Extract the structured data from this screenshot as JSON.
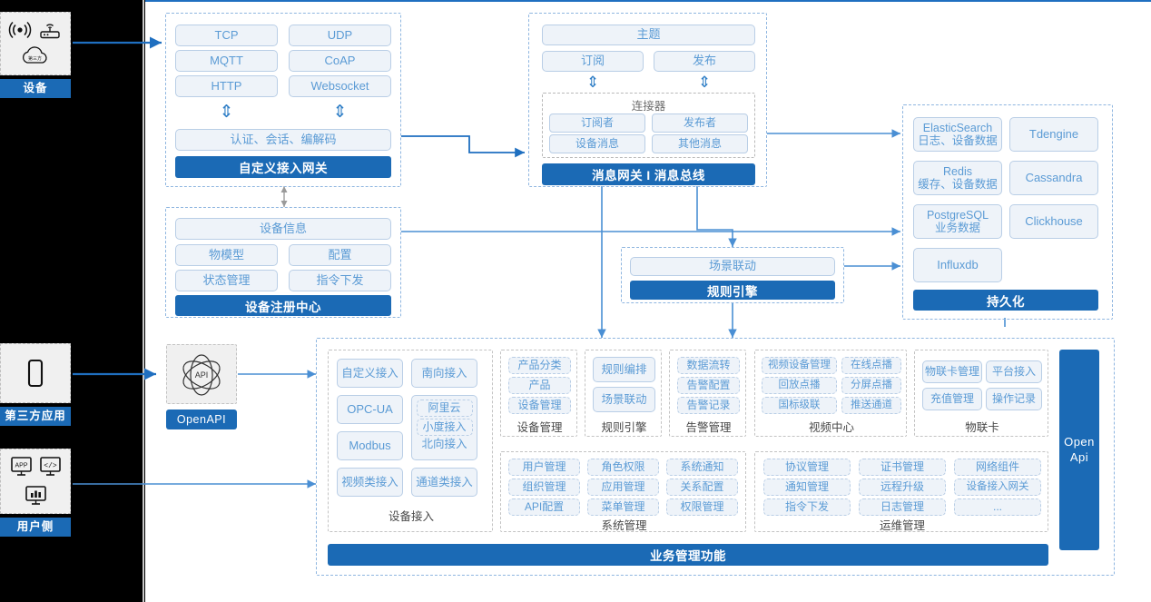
{
  "diagram": {
    "title": "IoT Platform Architecture",
    "colors": {
      "accent_blue": "#1b6ab5",
      "pill_text": "#5b9bd5",
      "pill_bg": "#eef3f9",
      "pill_border": "#b9cee6",
      "dash_border": "#8fb6e0",
      "gutter": "#000000"
    }
  },
  "actors": [
    {
      "key": "device",
      "label": "设备",
      "icons": [
        "signal-wave-icon",
        "router-icon",
        "cloud-icon"
      ]
    },
    {
      "key": "third_party",
      "label": "第三方应用",
      "icons": [
        "mobile-phone-icon"
      ]
    },
    {
      "key": "user_side",
      "label": "用户侧",
      "icons": [
        "app-window-icon",
        "code-window-icon",
        "chart-window-icon"
      ]
    }
  ],
  "gateway": {
    "protocols": [
      "TCP",
      "UDP",
      "MQTT",
      "CoAP",
      "HTTP",
      "Websocket"
    ],
    "middle": "认证、会话、编解码",
    "bar": "自定义接入网关",
    "arrow_icon": "double-arrow-vertical-icon"
  },
  "message_bus": {
    "topic": "主题",
    "subscribe": "订阅",
    "publish": "发布",
    "connector_title": "连接器",
    "connector_items": [
      "订阅者",
      "发布者",
      "设备消息",
      "其他消息"
    ],
    "bar": "消息网关 I 消息总线",
    "arrow_icon": "double-arrow-vertical-icon"
  },
  "registry": {
    "info": "设备信息",
    "items": [
      "物模型",
      "配置",
      "状态管理",
      "指令下发"
    ],
    "bar": "设备注册中心"
  },
  "rule_engine_block": {
    "scene": "场景联动",
    "bar": "规则引擎"
  },
  "persistence": {
    "left_items": [
      {
        "name": "ElasticSearch",
        "desc": "日志、设备数据"
      },
      {
        "name": "Redis",
        "desc": "缓存、设备数据"
      },
      {
        "name": "PostgreSQL",
        "desc": "业务数据"
      },
      {
        "name": "Influxdb",
        "desc": ""
      }
    ],
    "right_items": [
      "Tdengine",
      "Cassandra",
      "Clickhouse"
    ],
    "bar": "持久化"
  },
  "openapi": {
    "label": "OpenAPI",
    "icon": "api-atom-icon",
    "vertical_label": "Open\nApi",
    "vertical_line1": "Open",
    "vertical_line2": "Api"
  },
  "business": {
    "bar": "业务管理功能",
    "columns": [
      {
        "caption": "设备接入",
        "left_items": [
          "自定义接入",
          "OPC-UA",
          "Modbus",
          "视频类接入"
        ],
        "right_items": [
          "南向接入",
          "通道类接入"
        ],
        "nested": {
          "items": [
            "阿里云",
            "小度接入"
          ],
          "label": "北向接入"
        }
      },
      {
        "caption": "设备管理",
        "items": [
          "产品分类",
          "产品",
          "设备管理"
        ]
      },
      {
        "caption": "规则引擎",
        "items": [
          "规则编排",
          "场景联动"
        ]
      },
      {
        "caption": "告警管理",
        "items": [
          "数据流转",
          "告警配置",
          "告警记录"
        ]
      },
      {
        "caption": "视频中心",
        "items": [
          "视频设备管理",
          "在线点播",
          "回放点播",
          "分屏点播",
          "国标级联",
          "推送通道"
        ]
      },
      {
        "caption": "物联卡",
        "items": [
          "物联卡管理",
          "平台接入",
          "充值管理",
          "操作记录"
        ]
      },
      {
        "caption": "系统管理",
        "items": [
          "用户管理",
          "角色权限",
          "系统通知",
          "组织管理",
          "应用管理",
          "关系配置",
          "API配置",
          "菜单管理",
          "权限管理"
        ]
      },
      {
        "caption": "运维管理",
        "items": [
          "协议管理",
          "证书管理",
          "网络组件",
          "通知管理",
          "远程升级",
          "设备接入网关",
          "指令下发",
          "日志管理",
          "..."
        ]
      }
    ]
  }
}
